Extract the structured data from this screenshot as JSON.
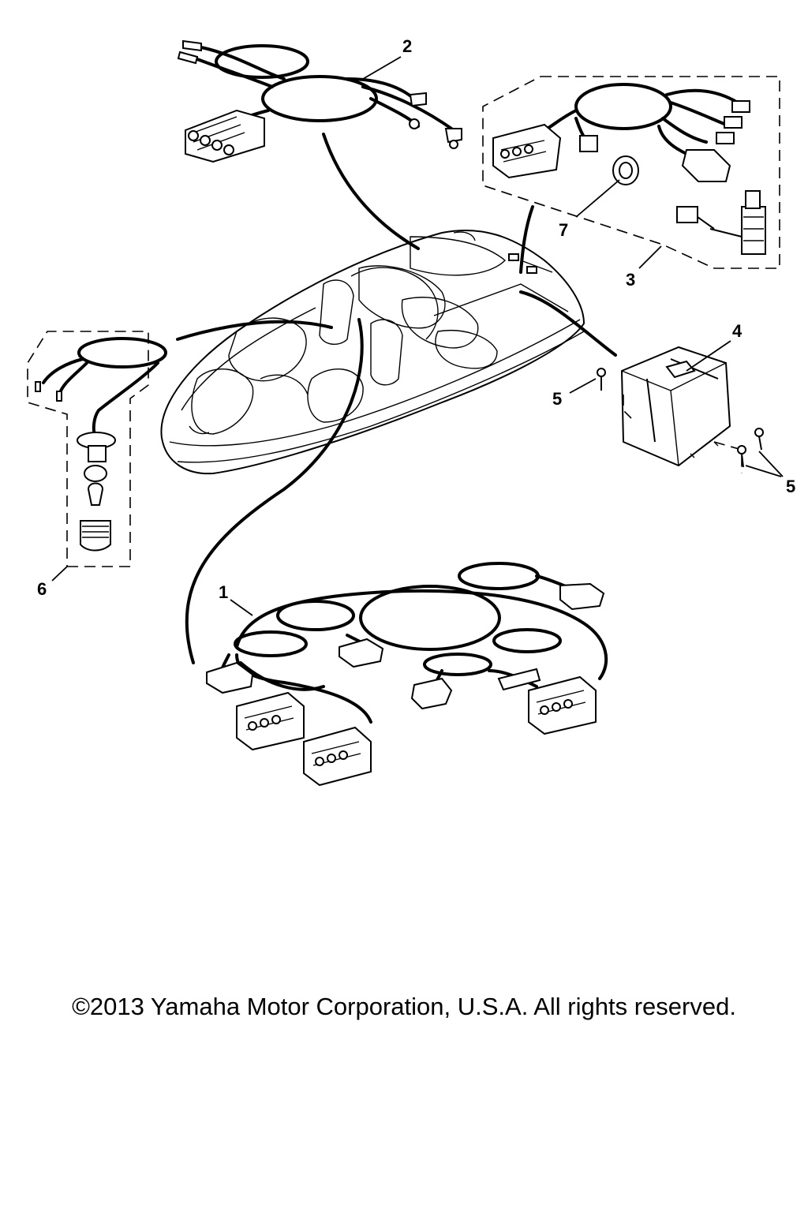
{
  "diagram": {
    "callouts": {
      "c1": "1",
      "c2": "2",
      "c3": "3",
      "c4": "4",
      "c5a": "5",
      "c5b": "5",
      "c6": "6",
      "c7": "7"
    }
  },
  "footer": {
    "copyright": "©2013 Yamaha Motor Corporation, U.S.A. All rights reserved."
  }
}
